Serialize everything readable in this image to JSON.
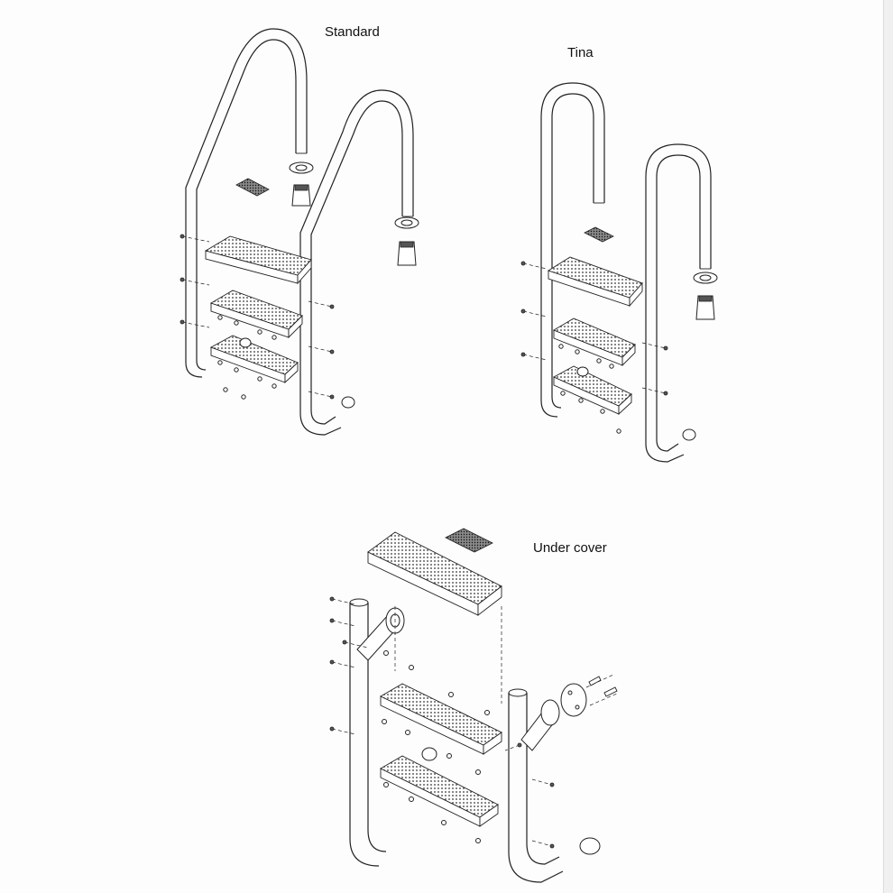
{
  "labels": {
    "standard": "Standard",
    "tina": "Tina",
    "under_cover": "Under cover"
  }
}
